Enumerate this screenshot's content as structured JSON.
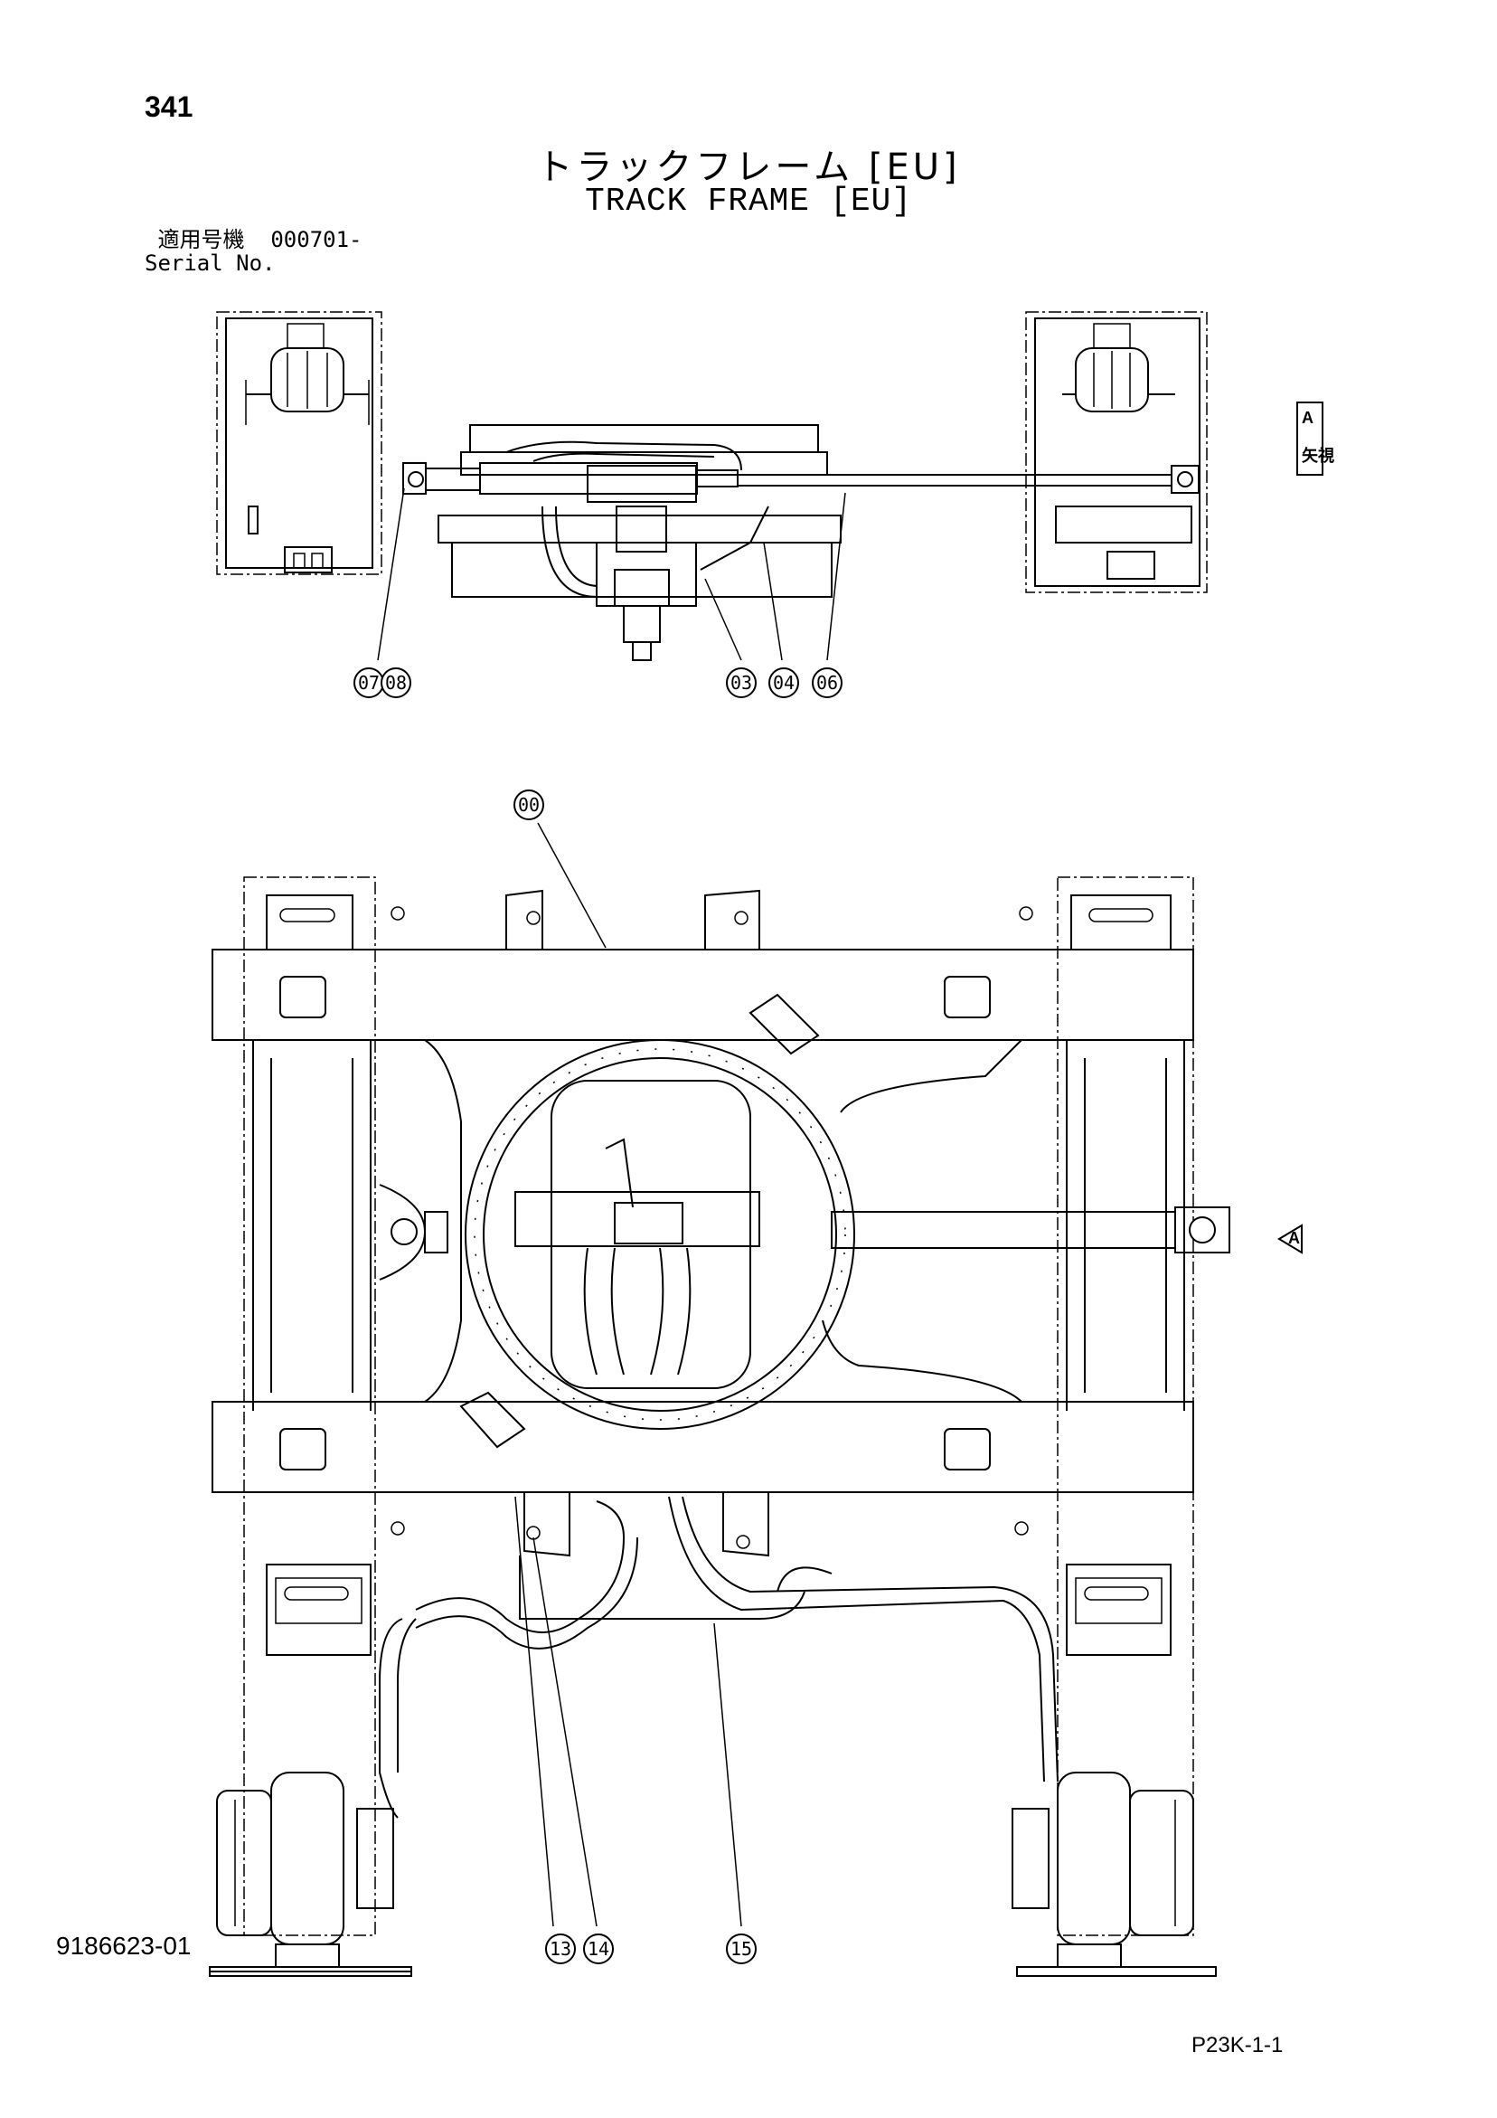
{
  "header": {
    "page_number": "341",
    "title_ja": "トラックフレーム [EU]",
    "title_en": "TRACK FRAME [EU]",
    "serial_label_ja": "適用号機",
    "serial_value": "000701-",
    "serial_label_en": "Serial No."
  },
  "footer": {
    "doc_number": "9186623-01",
    "page_code": "P23K-1-1"
  },
  "view_marker": {
    "label": "A",
    "caption": "矢視"
  },
  "callouts": {
    "c07": "07",
    "c08": "08",
    "c03": "03",
    "c04": "04",
    "c06": "06",
    "c00": "00",
    "c13": "13",
    "c14": "14",
    "c15": "15"
  }
}
